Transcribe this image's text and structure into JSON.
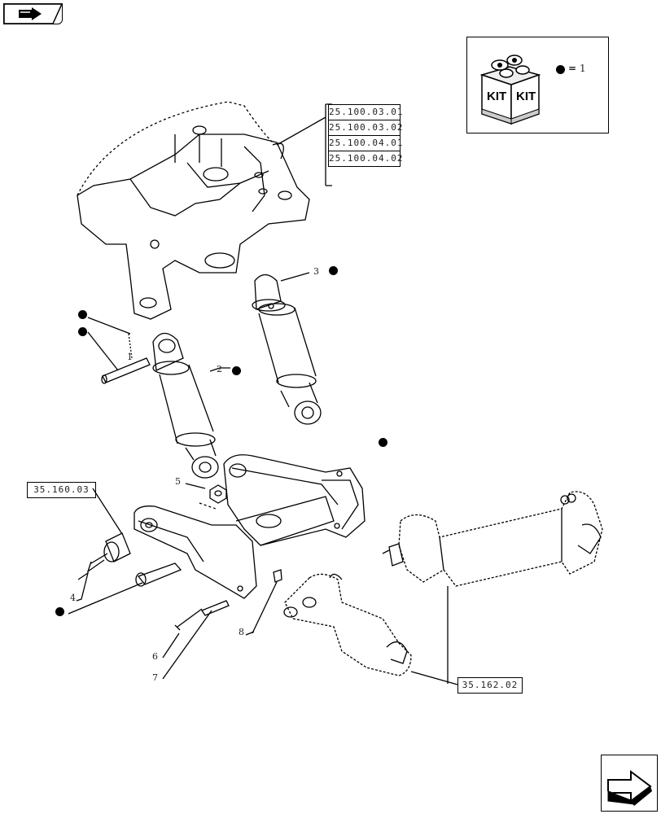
{
  "header": {
    "back_icon": "hand-pointer-icon"
  },
  "kit_legend": {
    "kit_word_left": "KIT",
    "kit_word_right": "KIT",
    "equals": "=",
    "quantity": "1"
  },
  "references": {
    "top_stack": [
      "25.100.03.01",
      "25.100.03.02",
      "25.100.04.01",
      "25.100.04.02"
    ],
    "left_ref": "35.160.03",
    "bottom_ref": "35.162.02"
  },
  "callouts": {
    "c1": "1",
    "c2": "2",
    "c3": "3",
    "c4": "4",
    "c5": "5",
    "c6": "6",
    "c7": "7",
    "c8": "8"
  },
  "footer": {
    "next_icon": "arrow-right-icon"
  },
  "colors": {
    "line": "#000000",
    "background": "#ffffff",
    "marker": "#000000"
  }
}
